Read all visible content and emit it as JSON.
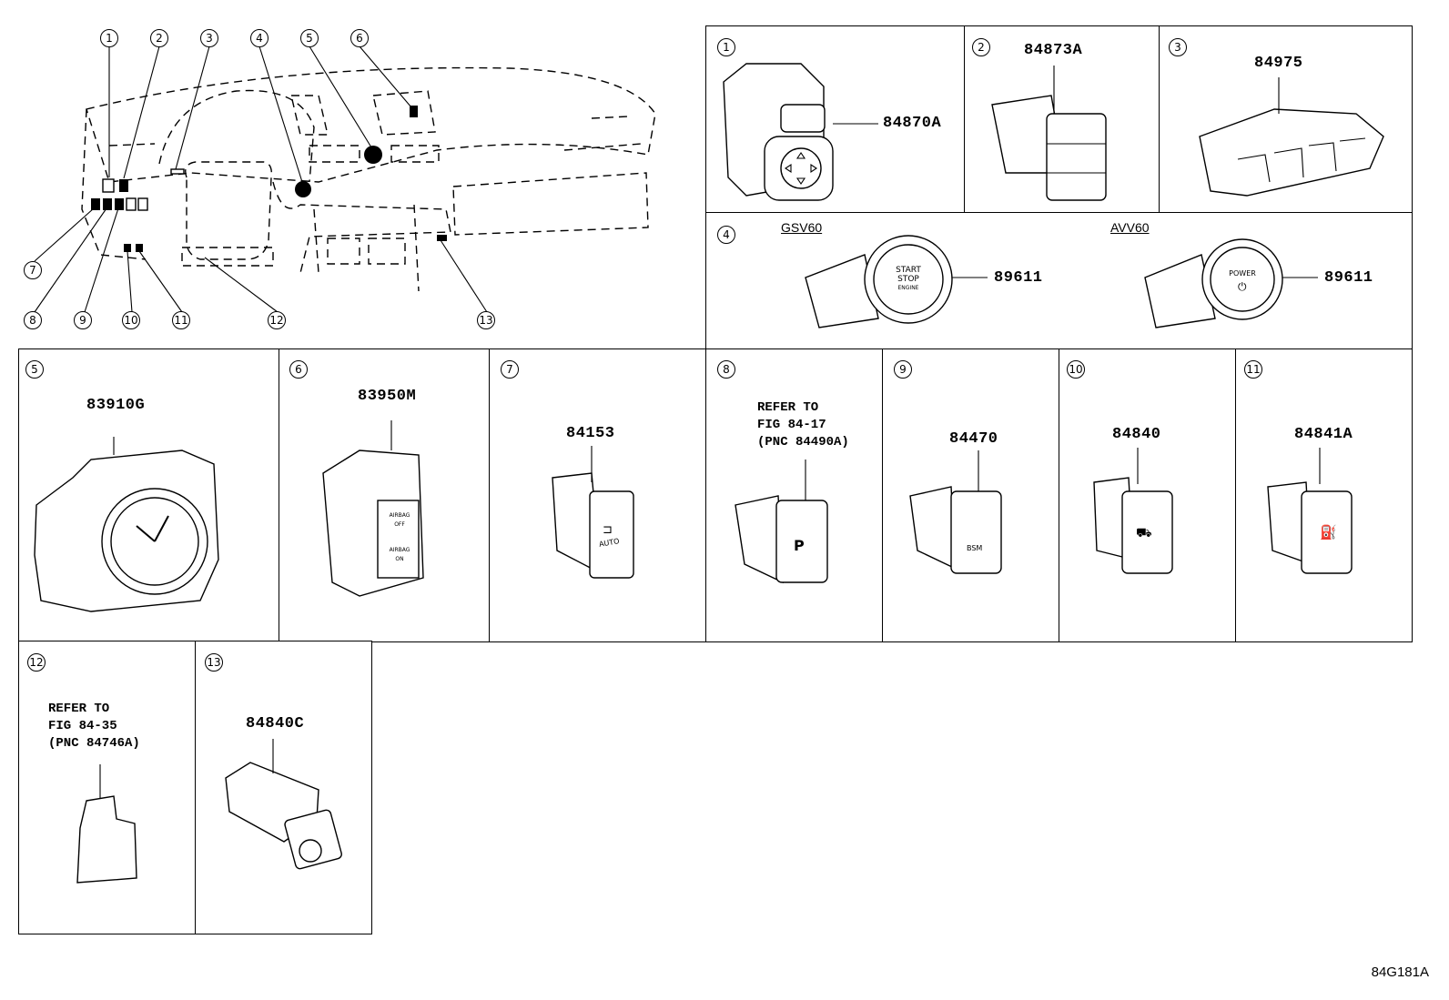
{
  "overview": {
    "callouts": [
      "1",
      "2",
      "3",
      "4",
      "5",
      "6",
      "7",
      "8",
      "9",
      "10",
      "11",
      "12",
      "13"
    ]
  },
  "panels": {
    "p1": {
      "num": "1",
      "part": "84870A"
    },
    "p2": {
      "num": "2",
      "part": "84873A"
    },
    "p3": {
      "num": "3",
      "part": "84975"
    },
    "p4": {
      "num": "4",
      "left_label": "GSV60",
      "left_part": "89611",
      "right_label": "AVV60",
      "right_part": "89611",
      "start_text": [
        "START",
        "STOP",
        "ENGINE"
      ],
      "power_text": "POWER"
    },
    "p5": {
      "num": "5",
      "part": "83910G"
    },
    "p6": {
      "num": "6",
      "part": "83950M",
      "labels": [
        "AIRBAG",
        "OFF",
        "AIRBAG",
        "ON"
      ]
    },
    "p7": {
      "num": "7",
      "part": "84153",
      "label": "AUTO"
    },
    "p8": {
      "num": "8",
      "note": "REFER TO\nFIG 84-17\n(PNC 84490A)",
      "label": "P"
    },
    "p9": {
      "num": "9",
      "part": "84470",
      "label": "BSM"
    },
    "p10": {
      "num": "10",
      "part": "84840"
    },
    "p11": {
      "num": "11",
      "part": "84841A"
    },
    "p12": {
      "num": "12",
      "note": "REFER TO\nFIG 84-35\n(PNC 84746A)"
    },
    "p13": {
      "num": "13",
      "part": "84840C"
    }
  },
  "figure_code": "84G181A"
}
